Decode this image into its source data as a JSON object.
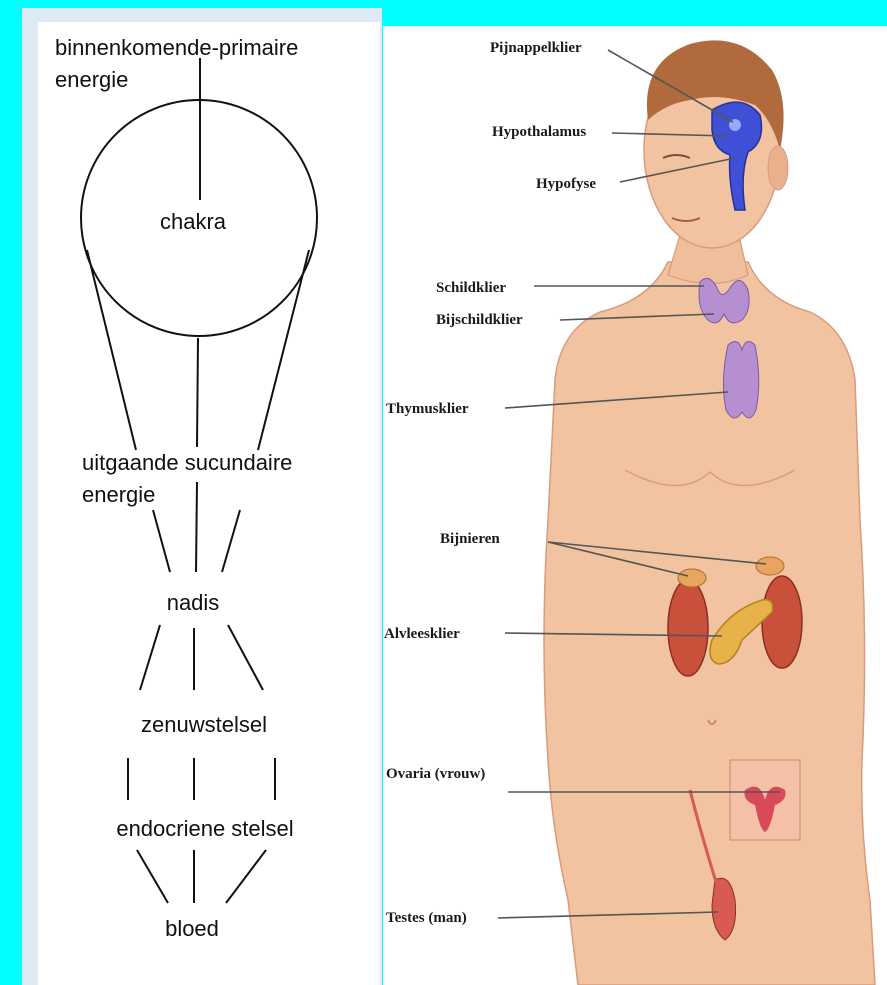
{
  "chakra_diagram": {
    "incoming_line1": "binnenkomende-primaire",
    "incoming_line2": "energie",
    "chakra": "chakra",
    "outgoing_line1": "uitgaande sucundaire",
    "outgoing_line2": "energie",
    "nadis": "nadis",
    "zenuwstelsel": "zenuwstelsel",
    "endocriene": "endocriene stelsel",
    "bloed": "bloed"
  },
  "anatomy_labels": {
    "pijnappelklier": "Pijnappelklier",
    "hypothalamus": "Hypothalamus",
    "hypofyse": "Hypofyse",
    "schildklier": "Schildklier",
    "bijschildklier": "Bijschildklier",
    "thymusklier": "Thymusklier",
    "bijnieren": "Bijnieren",
    "alvleesklier": "Alvleesklier",
    "ovaria": "Ovaria (vrouw)",
    "testes": "Testes (man)"
  },
  "colors": {
    "background": "#00ffff",
    "skin": "#f1c3a0",
    "brain": "#3f4fd6",
    "gland": "#b58fd0",
    "kidney": "#c9503a",
    "pancreas": "#e8b24a"
  }
}
